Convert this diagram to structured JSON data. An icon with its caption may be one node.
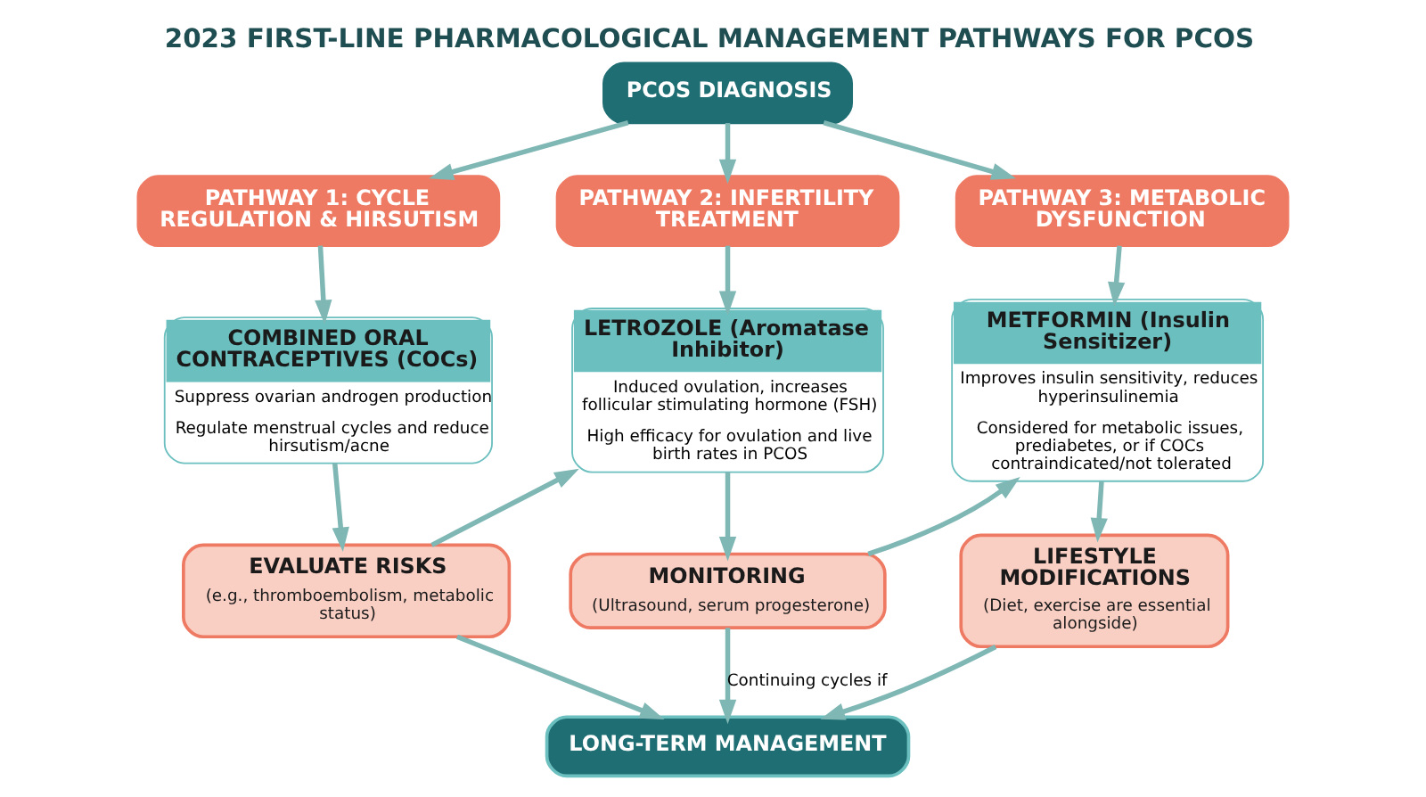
{
  "diagram": {
    "title": "2023 FIRST-LINE PHARMACOLOGICAL MANAGEMENT PATHWAYS FOR PCOS",
    "nodes": [
      {
        "text": [
          "PCOS DIAGNOSIS"
        ]
      },
      {
        "text": [
          "PATHWAY 1: CYCLE REGULATION & HIRSUTISM"
        ]
      },
      {
        "text": [
          "PATHWAY 2: INFERTILITY TREATMENT"
        ]
      },
      {
        "text": [
          "PATHWAY 3: METABOLIC DYSFUNCTION"
        ]
      },
      {
        "text": [
          "COMBINED ORAL CONTRACEPTIVES (COCs)",
          "Suppress ovarian androgen production",
          "Regulate menstrual cycles and reduce hirsutism/acne"
        ]
      },
      {
        "text": [
          "LETROZOLE (Aromatase Inhibitor)",
          "Induced ovulation, increases follicular stimulating hormone (FSH)",
          "High efficacy for ovulation and live birth rates in PCOS"
        ]
      },
      {
        "text": [
          "METFORMIN (Insulin Sensitizer)",
          "Improves insulin sensitivity, reduces hyperinsulinemia",
          "Considered for metabolic issues, prediabetes, or if COCs contraindicated/not tolerated"
        ]
      },
      {
        "text": [
          "EVALUATE RISKS",
          "(e.g., thromboembolism, metabolic status)"
        ]
      },
      {
        "text": [
          "MONITORING",
          "(Ultrasound, serum progesterone)"
        ]
      },
      {
        "text": [
          "LIFESTYLE MODIFICATIONS",
          "(Diet, exercise are essential alongside)"
        ]
      },
      {
        "text": [
          "LONG-TERM MANAGEMENT"
        ]
      }
    ],
    "edges": [
      {
        "from": 0,
        "to": 1,
        "arrow": "to"
      },
      {
        "from": 0,
        "to": 2,
        "arrow": "to"
      },
      {
        "from": 0,
        "to": 3,
        "arrow": "to"
      },
      {
        "from": 1,
        "to": 4,
        "arrow": "to"
      },
      {
        "from": 2,
        "to": 5,
        "arrow": "to"
      },
      {
        "from": 3,
        "to": 6,
        "arrow": "to"
      },
      {
        "from": 4,
        "to": 7,
        "arrow": "to"
      },
      {
        "from": 5,
        "to": 8,
        "arrow": "to"
      },
      {
        "from": 6,
        "to": 9,
        "arrow": "to"
      },
      {
        "from": 7,
        "to": 5,
        "arrow": "to"
      },
      {
        "from": 8,
        "to": 6,
        "arrow": "to"
      },
      {
        "from": 7,
        "to": 10,
        "arrow": "to"
      },
      {
        "from": 8,
        "to": 10,
        "arrow": "to",
        "label": "Continuing cycles if"
      },
      {
        "from": 9,
        "to": 10,
        "arrow": "to"
      }
    ]
  }
}
